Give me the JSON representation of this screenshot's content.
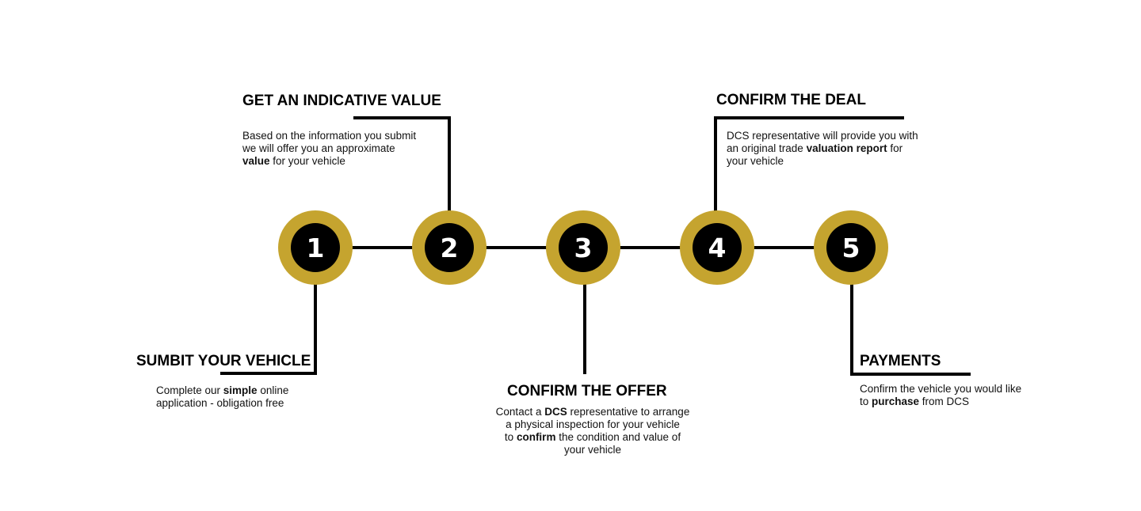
{
  "colors": {
    "ring": "#c5a42f",
    "circle": "#000000",
    "line": "#000000",
    "text": "#111111"
  },
  "steps": [
    {
      "number": "1",
      "title": "SUMBIT YOUR VEHICLE",
      "lines": [
        [
          {
            "t": "Complete our "
          },
          {
            "t": "simple",
            "b": true
          },
          {
            "t": " online"
          }
        ],
        [
          {
            "t": "application - obligation free"
          }
        ]
      ]
    },
    {
      "number": "2",
      "title": "GET AN INDICATIVE VALUE",
      "lines": [
        [
          {
            "t": "Based on the information you submit"
          }
        ],
        [
          {
            "t": "we will offer you an approximate"
          }
        ],
        [
          {
            "t": "value",
            "b": true
          },
          {
            "t": " for your vehicle"
          }
        ]
      ]
    },
    {
      "number": "3",
      "title": "CONFIRM THE OFFER",
      "lines": [
        [
          {
            "t": "Contact a "
          },
          {
            "t": "DCS",
            "b": true
          },
          {
            "t": " representative to arrange"
          }
        ],
        [
          {
            "t": "a physical inspection for your vehicle"
          }
        ],
        [
          {
            "t": "to "
          },
          {
            "t": "confirm",
            "b": true
          },
          {
            "t": " the condition and value of"
          }
        ],
        [
          {
            "t": "your vehicle"
          }
        ]
      ]
    },
    {
      "number": "4",
      "title": "CONFIRM THE DEAL",
      "lines": [
        [
          {
            "t": "DCS representative will provide you with"
          }
        ],
        [
          {
            "t": "an original trade "
          },
          {
            "t": "valuation report",
            "b": true
          },
          {
            "t": " for"
          }
        ],
        [
          {
            "t": "your vehicle"
          }
        ]
      ]
    },
    {
      "number": "5",
      "title": "PAYMENTS",
      "lines": [
        [
          {
            "t": "Confirm the vehicle you would like"
          }
        ],
        [
          {
            "t": "to "
          },
          {
            "t": "purchase",
            "b": true
          },
          {
            "t": " from DCS"
          }
        ]
      ]
    }
  ]
}
